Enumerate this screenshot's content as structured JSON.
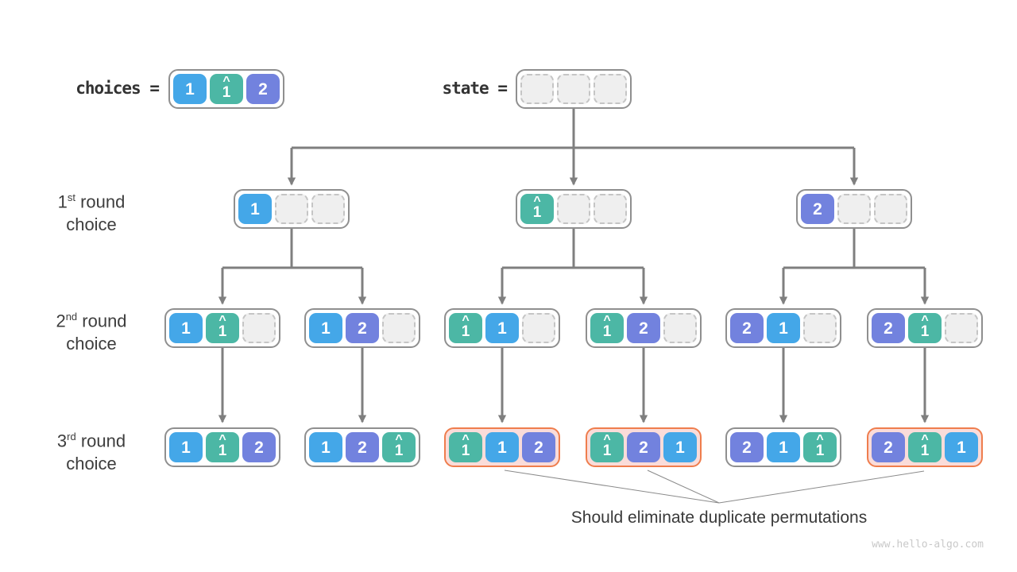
{
  "header": {
    "choices_label": "choices =",
    "state_label": "state ="
  },
  "glyphs": {
    "caret": "^"
  },
  "colors": {
    "cell_blue": "#44a7e8",
    "cell_teal": "#4cb7a5",
    "cell_purple": "#7282de",
    "duplicate_border": "#ef7d4d",
    "duplicate_fill": "#fadcd9",
    "connector_gray": "#7f7f7f",
    "node_border": "#8f8f8f",
    "empty_cell_fill": "#efefef"
  },
  "row_labels": [
    {
      "num": "1",
      "sup": "st",
      "rest": " round",
      "line2": "choice"
    },
    {
      "num": "2",
      "sup": "nd",
      "rest": " round",
      "line2": "choice"
    },
    {
      "num": "3",
      "sup": "rd",
      "rest": " round",
      "line2": "choice"
    }
  ],
  "nodes": {
    "choices": {
      "cells": [
        {
          "v": "1"
        },
        {
          "v": "1",
          "hat": true
        },
        {
          "v": "2"
        }
      ]
    },
    "state": {
      "cells": [
        {
          "v": ""
        },
        {
          "v": ""
        },
        {
          "v": ""
        }
      ]
    },
    "l1": [
      {
        "cells": [
          {
            "v": "1"
          },
          {
            "v": ""
          },
          {
            "v": ""
          }
        ]
      },
      {
        "cells": [
          {
            "v": "1",
            "hat": true
          },
          {
            "v": ""
          },
          {
            "v": ""
          }
        ]
      },
      {
        "cells": [
          {
            "v": "2"
          },
          {
            "v": ""
          },
          {
            "v": ""
          }
        ]
      }
    ],
    "l2": [
      {
        "cells": [
          {
            "v": "1"
          },
          {
            "v": "1",
            "hat": true
          },
          {
            "v": ""
          }
        ]
      },
      {
        "cells": [
          {
            "v": "1"
          },
          {
            "v": "2"
          },
          {
            "v": ""
          }
        ]
      },
      {
        "cells": [
          {
            "v": "1",
            "hat": true
          },
          {
            "v": "1"
          },
          {
            "v": ""
          }
        ]
      },
      {
        "cells": [
          {
            "v": "1",
            "hat": true
          },
          {
            "v": "2"
          },
          {
            "v": ""
          }
        ]
      },
      {
        "cells": [
          {
            "v": "2"
          },
          {
            "v": "1"
          },
          {
            "v": ""
          }
        ]
      },
      {
        "cells": [
          {
            "v": "2"
          },
          {
            "v": "1",
            "hat": true
          },
          {
            "v": ""
          }
        ]
      }
    ],
    "l3": [
      {
        "cells": [
          {
            "v": "1"
          },
          {
            "v": "1",
            "hat": true
          },
          {
            "v": "2"
          }
        ],
        "duplicate": false
      },
      {
        "cells": [
          {
            "v": "1"
          },
          {
            "v": "2"
          },
          {
            "v": "1",
            "hat": true
          }
        ],
        "duplicate": false
      },
      {
        "cells": [
          {
            "v": "1",
            "hat": true
          },
          {
            "v": "1"
          },
          {
            "v": "2"
          }
        ],
        "duplicate": true
      },
      {
        "cells": [
          {
            "v": "1",
            "hat": true
          },
          {
            "v": "2"
          },
          {
            "v": "1"
          }
        ],
        "duplicate": true
      },
      {
        "cells": [
          {
            "v": "2"
          },
          {
            "v": "1"
          },
          {
            "v": "1",
            "hat": true
          }
        ],
        "duplicate": false
      },
      {
        "cells": [
          {
            "v": "2"
          },
          {
            "v": "1",
            "hat": true
          },
          {
            "v": "1"
          }
        ],
        "duplicate": true
      }
    ]
  },
  "caption": "Should eliminate duplicate permutations",
  "watermark": "www.hello-algo.com"
}
